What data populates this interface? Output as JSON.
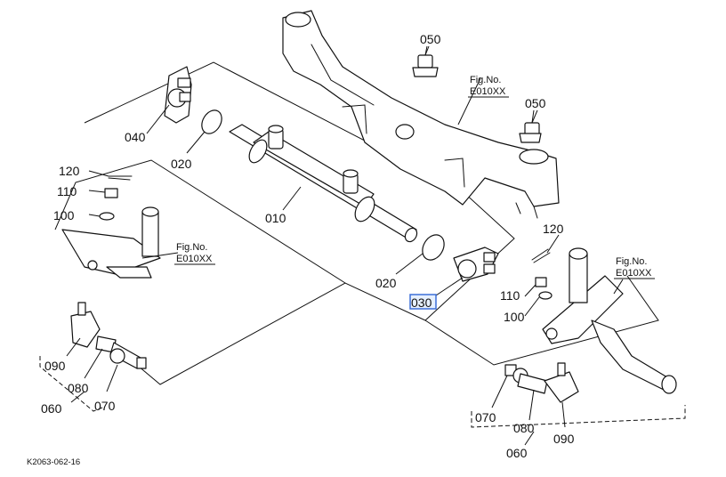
{
  "diagram_code": "K2063-062-16",
  "fig_ref_prefix": "Fig.No.",
  "fig_ref_code": "E010XX",
  "callouts": {
    "p050a": "050",
    "p050b": "050",
    "p040": "040",
    "p020a": "020",
    "p020b": "020",
    "p010": "010",
    "p030": "030",
    "p120a": "120",
    "p110a": "110",
    "p100a": "100",
    "p120b": "120",
    "p110b": "110",
    "p100b": "100",
    "p090a": "090",
    "p080a": "080",
    "p070a": "070",
    "p060a": "060",
    "p090b": "090",
    "p080b": "080",
    "p070b": "070",
    "p060b": "060"
  },
  "selected_callout": "030"
}
